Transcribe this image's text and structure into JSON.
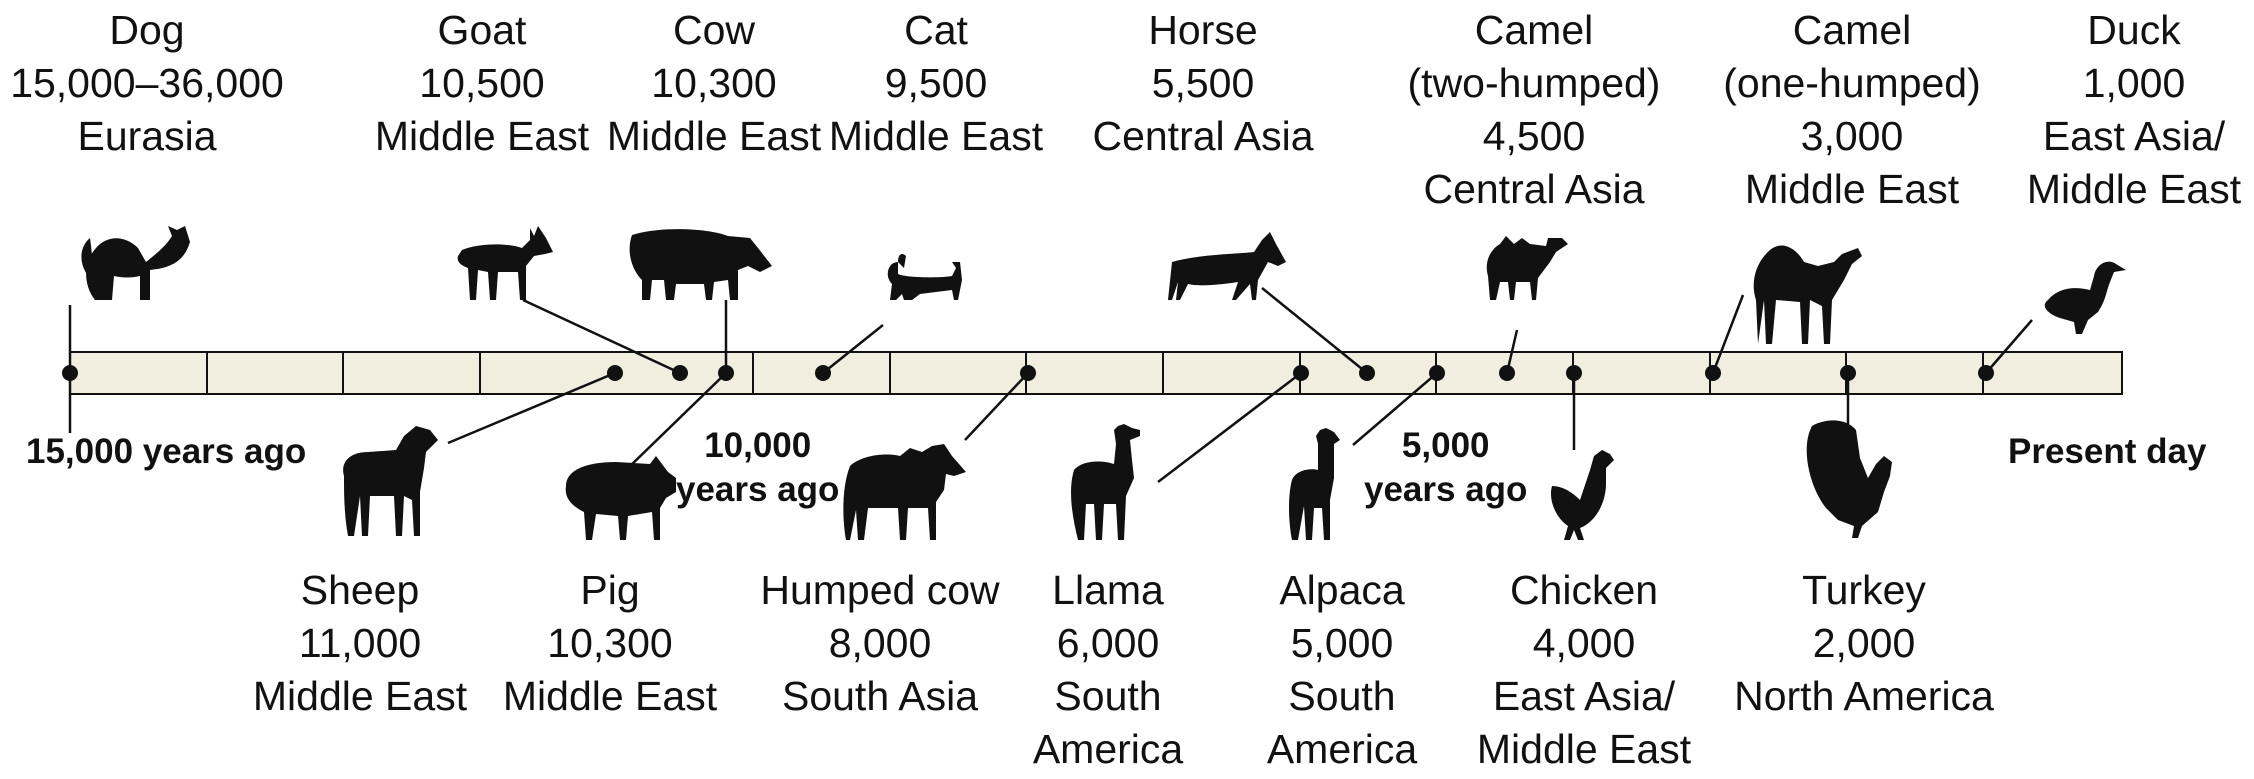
{
  "timeline": {
    "axis_labels": {
      "start": "15,000 years ago",
      "mid1_line1": "10,000",
      "mid1_line2": "years ago",
      "mid2_line1": "5,000",
      "mid2_line2": "years ago",
      "end": "Present day"
    },
    "colors": {
      "bar_fill": "#f1eee0",
      "ink": "#111111"
    }
  },
  "animals_top": [
    {
      "name": "Dog",
      "years": "15,000–36,000",
      "region": [
        "Eurasia"
      ],
      "icon": "dog-icon"
    },
    {
      "name": "Goat",
      "years": "10,500",
      "region": [
        "Middle East"
      ],
      "icon": "goat-icon"
    },
    {
      "name": "Cow",
      "years": "10,300",
      "region": [
        "Middle East"
      ],
      "icon": "cow-icon"
    },
    {
      "name": "Cat",
      "years": "9,500",
      "region": [
        "Middle East"
      ],
      "icon": "cat-icon"
    },
    {
      "name": "Horse",
      "years": "5,500",
      "region": [
        "Central Asia"
      ],
      "icon": "horse-icon"
    },
    {
      "name": "Camel",
      "name2": "(two-humped)",
      "years": "4,500",
      "region": [
        "Central Asia"
      ],
      "icon": "bactrian-camel-icon"
    },
    {
      "name": "Camel",
      "name2": "(one-humped)",
      "years": "3,000",
      "region": [
        "Middle East"
      ],
      "icon": "dromedary-camel-icon"
    },
    {
      "name": "Duck",
      "years": "1,000",
      "region": [
        "East Asia/",
        "Middle East"
      ],
      "icon": "duck-icon"
    }
  ],
  "animals_bottom": [
    {
      "name": "Sheep",
      "years": "11,000",
      "region": [
        "Middle East"
      ],
      "icon": "sheep-icon"
    },
    {
      "name": "Pig",
      "years": "10,300",
      "region": [
        "Middle East"
      ],
      "icon": "pig-icon"
    },
    {
      "name": "Humped cow",
      "years": "8,000",
      "region": [
        "South Asia"
      ],
      "icon": "humped-cow-icon"
    },
    {
      "name": "Llama",
      "years": "6,000",
      "region": [
        "South",
        "America"
      ],
      "icon": "llama-icon"
    },
    {
      "name": "Alpaca",
      "years": "5,000",
      "region": [
        "South",
        "America"
      ],
      "icon": "alpaca-icon"
    },
    {
      "name": "Chicken",
      "years": "4,000",
      "region": [
        "East Asia/",
        "Middle East"
      ],
      "icon": "chicken-icon"
    },
    {
      "name": "Turkey",
      "years": "2,000",
      "region": [
        "North America"
      ],
      "icon": "turkey-icon"
    }
  ]
}
